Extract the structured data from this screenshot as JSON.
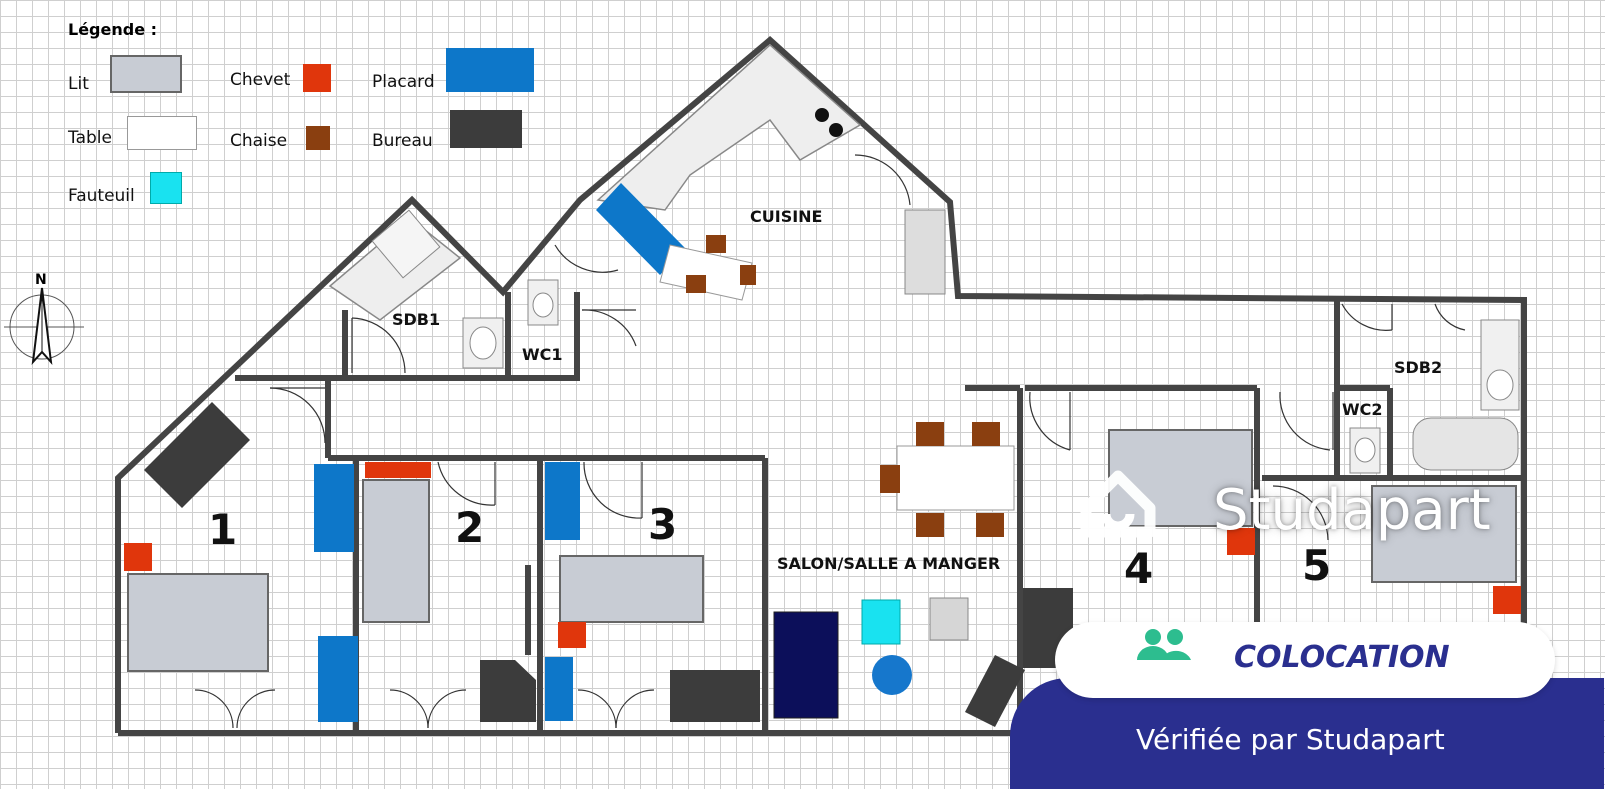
{
  "legend": {
    "title": "Légende :",
    "items": [
      {
        "label": "Lit",
        "color": "#c8ccd4"
      },
      {
        "label": "Chevet",
        "color": "#e0360c"
      },
      {
        "label": "Placard",
        "color": "#0d77c9"
      },
      {
        "label": "Table",
        "color": "#ffffff"
      },
      {
        "label": "Chaise",
        "color": "#8a3f10"
      },
      {
        "label": "Bureau",
        "color": "#3c3c3c"
      },
      {
        "label": "Fauteuil",
        "color": "#19e2f0"
      }
    ]
  },
  "compass": {
    "label": "N"
  },
  "rooms": {
    "sdb1": "SDB1",
    "wc1": "WC1",
    "cuisine": "CUISINE",
    "salon": "SALON/SALLE A MANGER",
    "sdb2": "SDB2",
    "wc2": "WC2",
    "r1": "1",
    "r2": "2",
    "r3": "3",
    "r4": "4",
    "r5": "5"
  },
  "watermark": {
    "brand": "Studapart",
    "icon": "house-logo-icon"
  },
  "badge": {
    "label": "COLOCATION",
    "icon": "users-icon",
    "verified": "Vérifiée par Studapart",
    "accent": "#2a2f8f",
    "icon_color": "#2dbd8f"
  },
  "colors": {
    "wall": "#444444",
    "grid": "#cfcfcf"
  }
}
